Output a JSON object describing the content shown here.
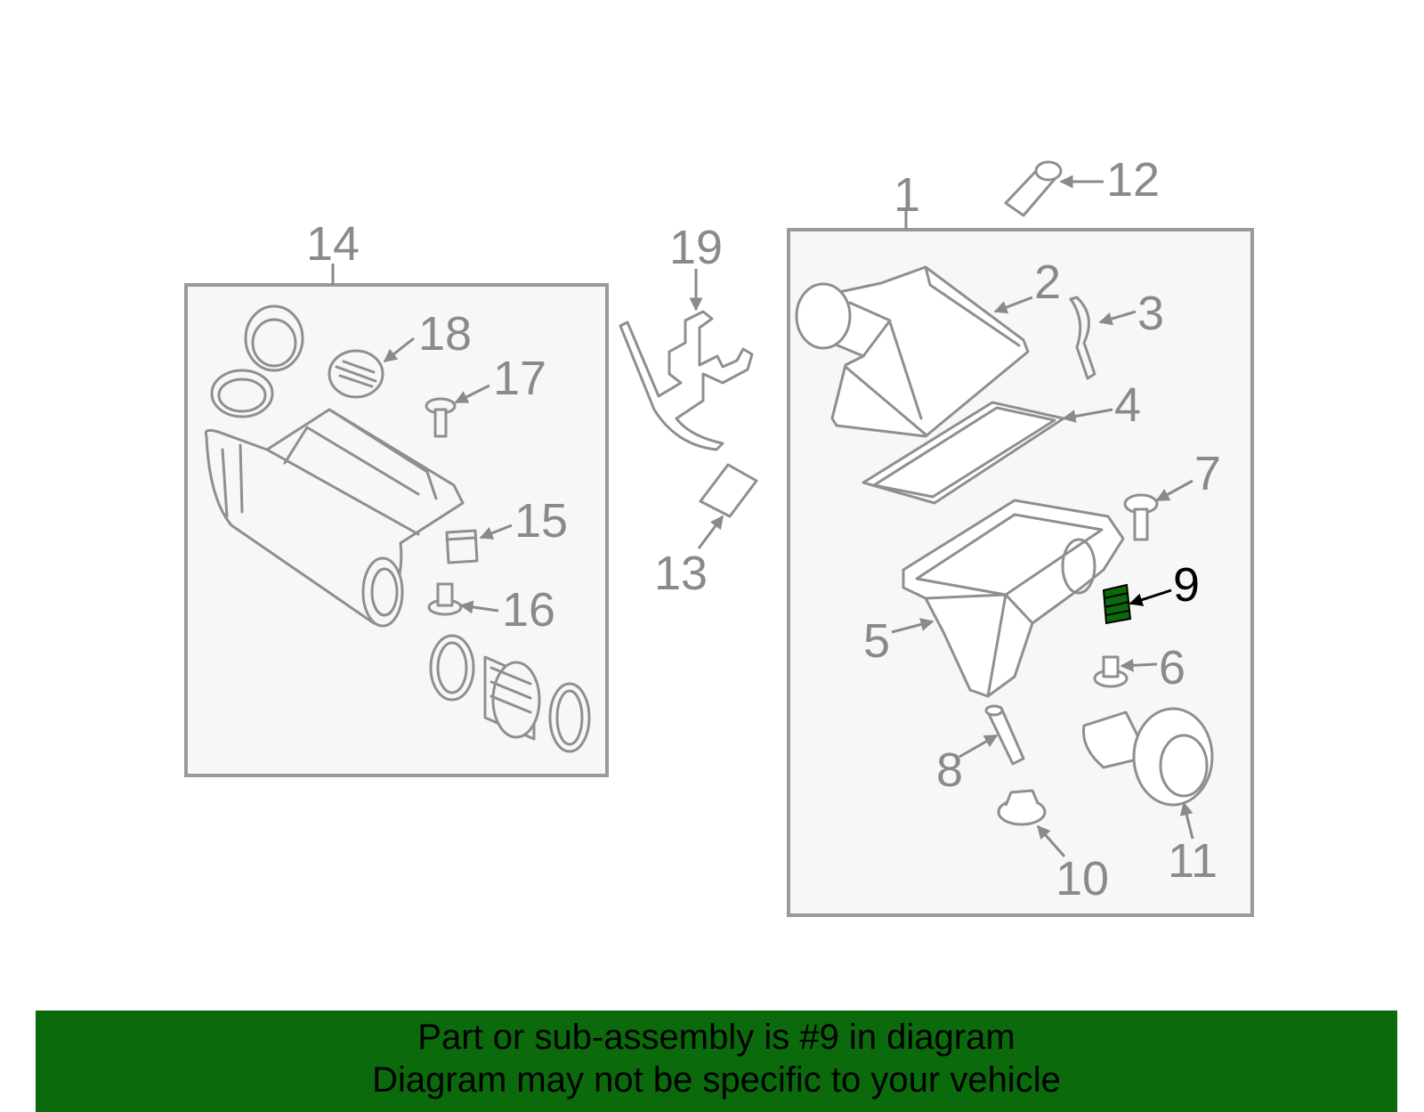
{
  "diagram": {
    "highlight_color": "#0b6a0b",
    "highlighted_part": "9",
    "labels": {
      "p1": "1",
      "p2": "2",
      "p3": "3",
      "p4": "4",
      "p5": "5",
      "p6": "6",
      "p7": "7",
      "p8": "8",
      "p9": "9",
      "p10": "10",
      "p11": "11",
      "p12": "12",
      "p13": "13",
      "p14": "14",
      "p15": "15",
      "p16": "16",
      "p17": "17",
      "p18": "18",
      "p19": "19"
    }
  },
  "banner": {
    "line1": "Part or sub-assembly is #9 in diagram",
    "line2": "Diagram may not be specific to your vehicle",
    "background": "#0b6a0b"
  }
}
